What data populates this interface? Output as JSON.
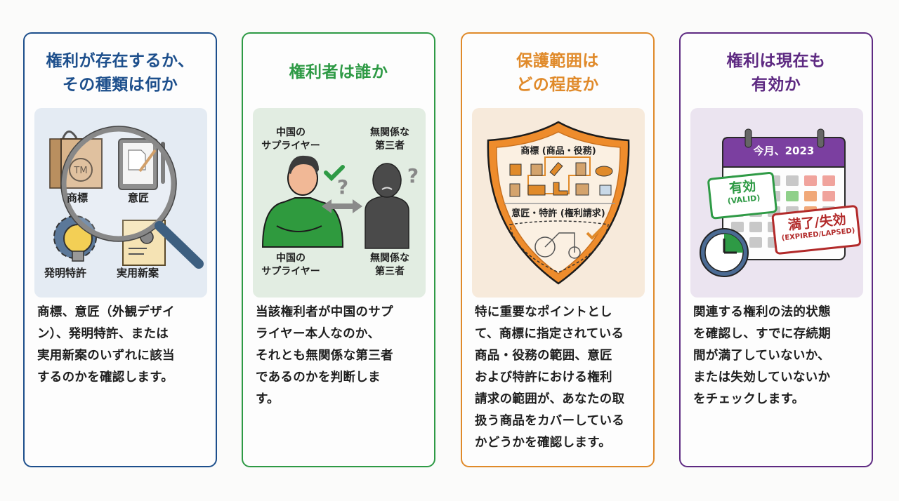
{
  "cards": [
    {
      "title": "権利が存在するか、その種類は何か",
      "title_lines": [
        "権利が存在するか、",
        "その種類は何か"
      ],
      "accent": "#1d4f8c",
      "panel_bg": "#e4ebf3",
      "illustration": {
        "icons": [
          "shopping-bag-tm-icon",
          "tablet-design-icon",
          "gear-lightbulb-icon",
          "scroll-gear-icon",
          "magnifying-glass-icon"
        ],
        "labels": [
          "商標",
          "意匠",
          "発明特許",
          "実用新案"
        ],
        "tm_mark": "TM"
      },
      "description_lines": [
        "商標、意匠（外観デザイ",
        "ン）、発明特許、または",
        "実用新案のいずれに該当",
        "するのかを確認します。"
      ]
    },
    {
      "title": "権利者は誰か",
      "title_lines": [
        "権利者は誰か"
      ],
      "accent": "#2e9a45",
      "panel_bg": "#e2ede2",
      "illustration": {
        "icons": [
          "person-supplier-icon",
          "check-icon",
          "question-icon",
          "double-arrow-icon",
          "silhouette-person-icon",
          "question-icon"
        ],
        "labels_top": [
          "中国の\nサプライヤー",
          "無関係な\n第三者"
        ],
        "labels_bottom": [
          "中国の\nサプライヤー",
          "無関係な\n第三者"
        ],
        "label_supplier_1": "中国の",
        "label_supplier_2": "サプライヤー",
        "label_third_1": "無関係な",
        "label_third_2": "第三者"
      },
      "description_lines": [
        "当該権利者が中国のサプ",
        "ライヤー本人なのか、",
        "それとも無関係な第三者",
        "であるのかを判断しま",
        "す。"
      ]
    },
    {
      "title": "保護範囲はどの程度か",
      "title_lines": [
        "保護範囲は",
        "どの程度か"
      ],
      "accent": "#e08a2a",
      "panel_bg": "#f7eadb",
      "illustration": {
        "icons": [
          "shield-icon",
          "bag-icon",
          "tshirt-icon",
          "bottle-icon",
          "jar-icon",
          "bowl-icon",
          "backpack-icon",
          "truck-icon",
          "boot-icon",
          "box-icon",
          "handbag-icon",
          "machine-icon",
          "check-icon"
        ],
        "section_top": "商標 (商品・役務)",
        "section_bottom": "意匠・特許 (権利請求)"
      },
      "description_lines": [
        "特に重要なポイントとし",
        "て、商標に指定されている",
        "商品・役務の範囲、意匠",
        "および特許における権利",
        "請求の範囲が、あなたの取",
        "扱う商品をカバーしている",
        "かどうかを確認します。"
      ]
    },
    {
      "title": "権利は現在も有効か",
      "title_lines": [
        "権利は現在も",
        "有効か"
      ],
      "accent": "#5e2a82",
      "panel_bg": "#ebe4f0",
      "illustration": {
        "icons": [
          "calendar-icon",
          "clock-icon"
        ],
        "calendar_header": "今月、2023",
        "stamp_valid": "有効",
        "stamp_valid_sub": "(VALID)",
        "stamp_expired": "満了/失効",
        "stamp_expired_sub": "(EXPIRED/LAPSED)",
        "colors": {
          "valid": "#2e9a45",
          "expired": "#b22a2a",
          "header": "#7b3fa0"
        }
      },
      "description_lines": [
        "関連する権利の法的状態",
        "を確認し、すでに存続期",
        "間が満了していないか、",
        "または失効していないか",
        "をチェックします。"
      ]
    }
  ]
}
